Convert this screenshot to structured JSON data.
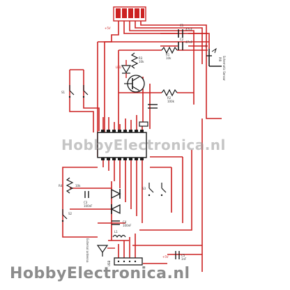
{
  "watermark": {
    "middle": "HobbyElectronica.nl",
    "bottom": "HobbyElectronica.nl"
  },
  "labels": {
    "c1": "C1",
    "c1_val": "47nF",
    "c2": "C2",
    "c2_val": "47nF",
    "r_top": "R1",
    "r_top_val": "10k",
    "r_mid": "R2",
    "r_mid_val": "100k",
    "r3": "R3",
    "r3_val": "10k",
    "r4": "R4",
    "r4_val": "10k",
    "out_label": "LED",
    "opto_label": "1",
    "btn_left": "S1",
    "btn_bottom": "S2",
    "btn_mid": "S3",
    "cap_mid": "C3",
    "cap_mid_val": "100nF",
    "cap_low": "C4",
    "cap_low_val": "100nF",
    "cap_right": "C5",
    "cap_right_val": "1nF",
    "coil": "L1",
    "ant_label": "External antenna",
    "conn_label": "USB",
    "right_text": "Schematic Sensor",
    "right_text2": "PIR",
    "vcc_left": "+5V",
    "vcc_right": "+5V"
  },
  "colors": {
    "wire": "#cc2222",
    "component": "#1a1a1a",
    "led": "#cc2222"
  }
}
